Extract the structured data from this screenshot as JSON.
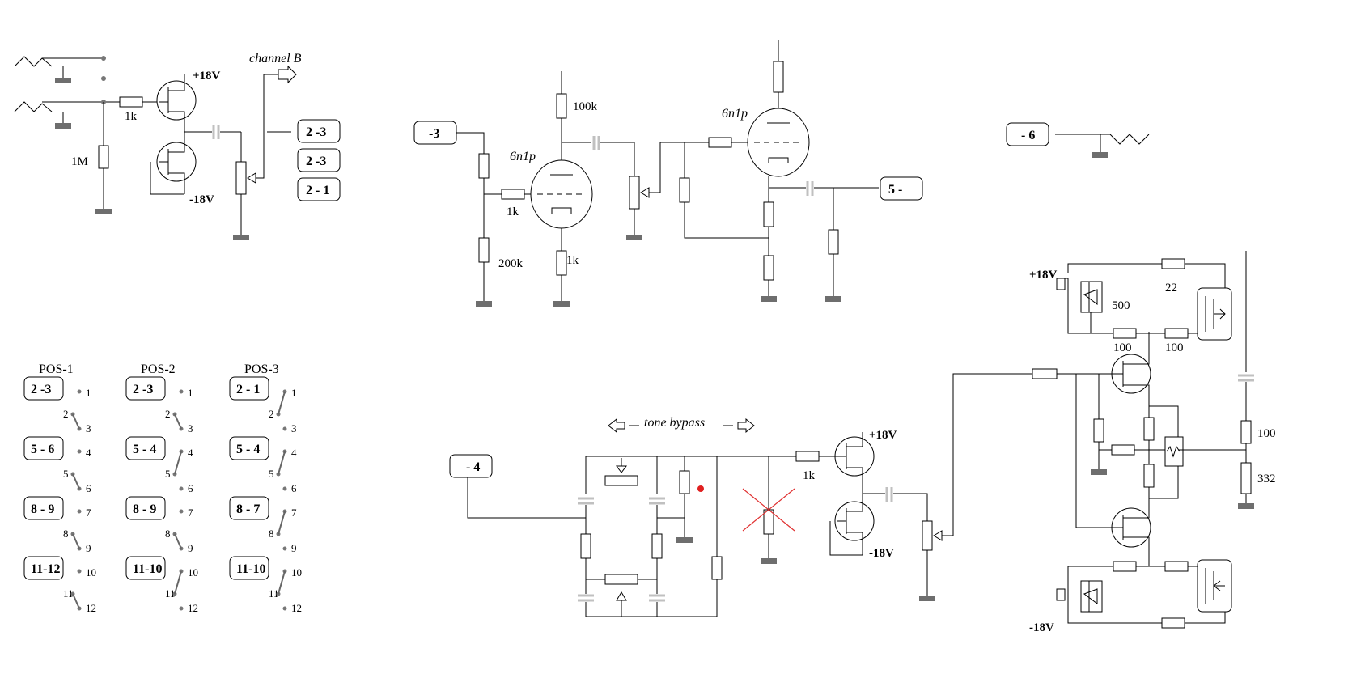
{
  "labels": {
    "plus18": "+18V",
    "minus18": "-18V",
    "r1k": "1k",
    "r1M": "1M",
    "r100k": "100k",
    "r200k": "200k",
    "r500": "500",
    "r22": "22",
    "r100": "100",
    "r332": "332",
    "tube": "6n1p",
    "channelB": "channel B",
    "toneBypass": "tone bypass"
  },
  "tags": {
    "t23a": "2 -3",
    "t23b": "2 -3",
    "t21": "2 - 1",
    "tm3": "-3",
    "tm6": "- 6",
    "t5": "5 -",
    "tm4": "- 4"
  },
  "switch_table": {
    "headers": [
      "POS-1",
      "POS-2",
      "POS-3"
    ],
    "columns": [
      [
        "2 -3",
        "5 - 6",
        "8 - 9",
        "11-12"
      ],
      [
        "2 -3",
        "5 - 4",
        "8 - 9",
        "11-10"
      ],
      [
        "2 - 1",
        "5 - 4",
        "8 - 7",
        "11-10"
      ]
    ],
    "pins": [
      "1",
      "2",
      "3",
      "4",
      "5",
      "6",
      "7",
      "8",
      "9",
      "10",
      "11",
      "12"
    ]
  }
}
